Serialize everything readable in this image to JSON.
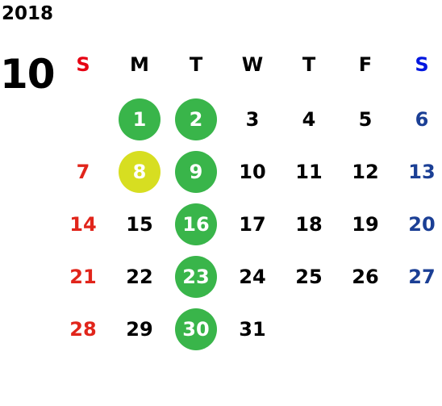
{
  "year": "2018",
  "month": "10",
  "weekdays": [
    "S",
    "M",
    "T",
    "W",
    "T",
    "F",
    "S"
  ],
  "first_weekday": 1,
  "days": [
    {
      "label": "1",
      "mark": "green"
    },
    {
      "label": "2",
      "mark": "green"
    },
    {
      "label": "3"
    },
    {
      "label": "4"
    },
    {
      "label": "5"
    },
    {
      "label": "6"
    },
    {
      "label": "7"
    },
    {
      "label": "8",
      "mark": "yellow"
    },
    {
      "label": "9",
      "mark": "green"
    },
    {
      "label": "10"
    },
    {
      "label": "11"
    },
    {
      "label": "12"
    },
    {
      "label": "13"
    },
    {
      "label": "14"
    },
    {
      "label": "15"
    },
    {
      "label": "16",
      "mark": "green"
    },
    {
      "label": "17"
    },
    {
      "label": "18"
    },
    {
      "label": "19"
    },
    {
      "label": "20"
    },
    {
      "label": "21"
    },
    {
      "label": "22"
    },
    {
      "label": "23",
      "mark": "green"
    },
    {
      "label": "24"
    },
    {
      "label": "25"
    },
    {
      "label": "26"
    },
    {
      "label": "27"
    },
    {
      "label": "28"
    },
    {
      "label": "29"
    },
    {
      "label": "30",
      "mark": "green"
    },
    {
      "label": "31"
    }
  ],
  "colors": {
    "green_mark": "#39b54a",
    "yellow_mark": "#d7de21",
    "sunday": "#e1251b",
    "saturday": "#1b3f95"
  }
}
